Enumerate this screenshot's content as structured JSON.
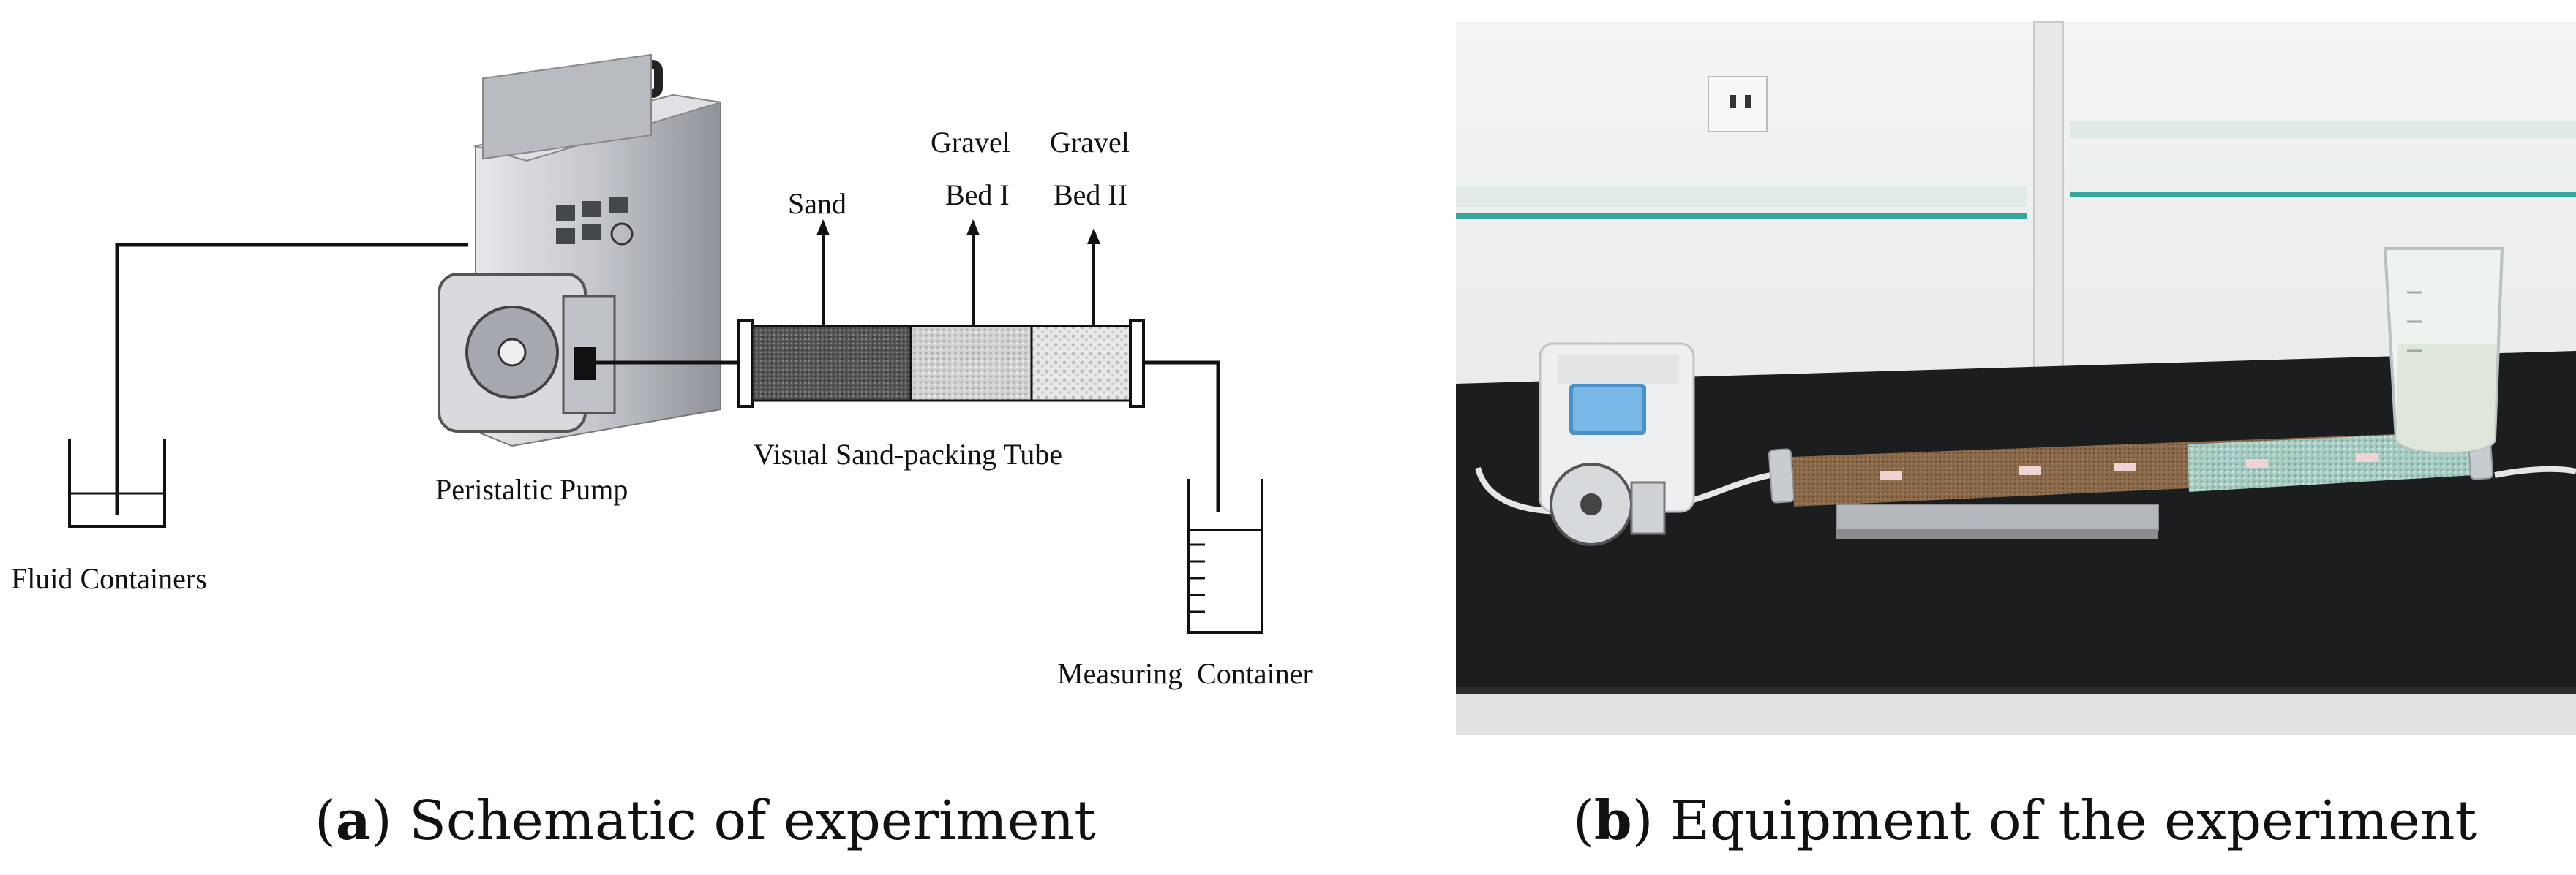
{
  "panel_a": {
    "labels": {
      "fluid_containers": "Fluid Containers",
      "peristaltic_pump": "Peristaltic Pump",
      "visual_tube": "Visual Sand-packing Tube",
      "sand": "Sand",
      "gravel_bed_1_line1": "Gravel",
      "gravel_bed_1_line2": "Bed I",
      "gravel_bed_2_line1": "Gravel",
      "gravel_bed_2_line2": "Bed II",
      "measuring_container": "Measuring  Container"
    },
    "caption": {
      "letter": "a",
      "text": "Schematic of experiment"
    }
  },
  "panel_b": {
    "caption": {
      "letter": "b",
      "text": "Equipment of the experiment"
    }
  },
  "colors": {
    "line": "#111111",
    "pump_body": "#c9ccd1",
    "sand": "#5a5a5a",
    "gravel_1": "#cfcfcf",
    "gravel_2": "#e6e6e6",
    "lab_wall": "#eceeed",
    "bench": "#1c1d1f",
    "sand_column": "#8a6a4a",
    "gravel_column": "#9fc7bf"
  }
}
